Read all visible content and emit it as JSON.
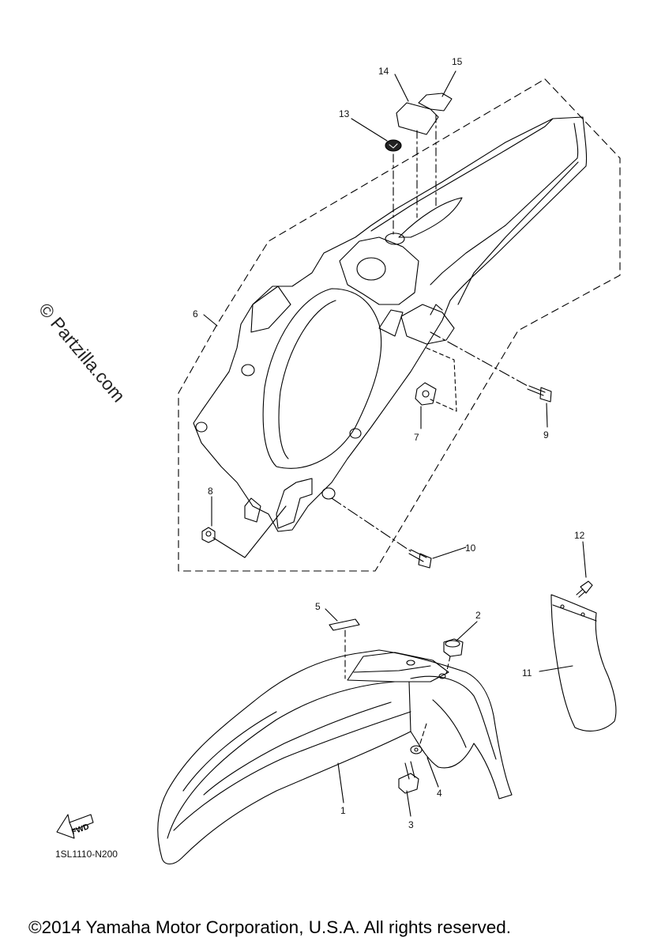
{
  "diagram_code": "1SL1110-N200",
  "copyright": "©2014 Yamaha Motor Corporation, U.S.A. All rights reserved.",
  "watermark": "© Partzilla.com",
  "fwd_label": "FWD",
  "part_labels": [
    "1",
    "2",
    "3",
    "4",
    "5",
    "6",
    "7",
    "8",
    "9",
    "10",
    "11",
    "12",
    "13",
    "14",
    "15"
  ]
}
